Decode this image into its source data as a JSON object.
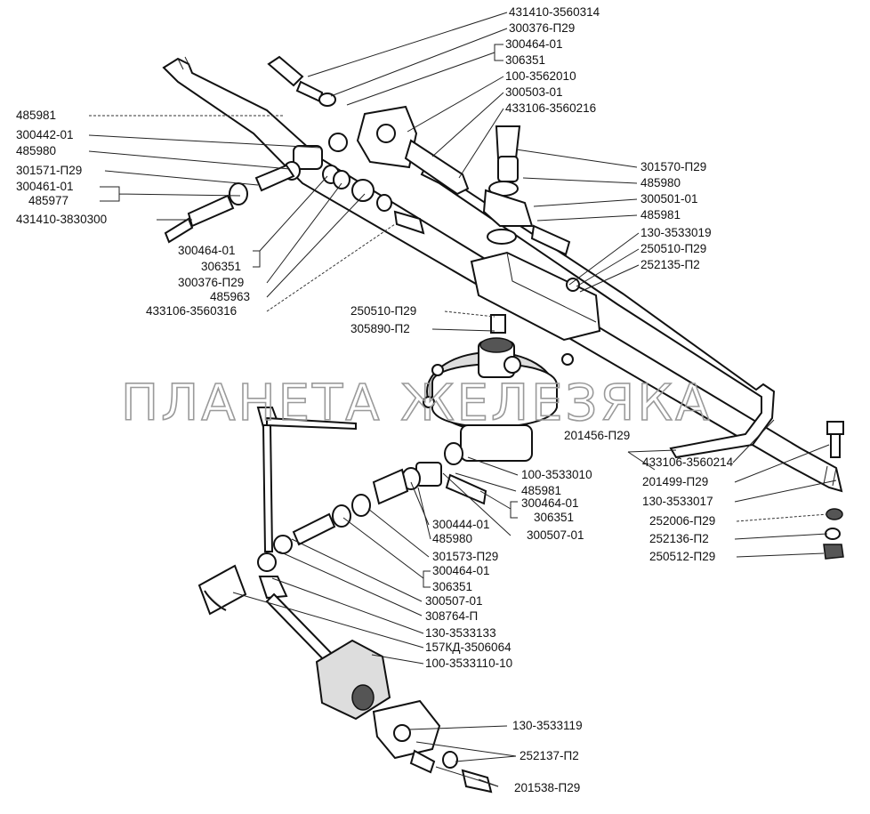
{
  "watermark": "ПЛАНЕТА ЖЕЛЕЗЯКА",
  "labels": {
    "431410-3560314": "431410-3560314",
    "300376-P29-top": "300376-П29",
    "300464-01-top": "300464-01",
    "306351-top": "306351",
    "100-3562010": "100-3562010",
    "300503-01": "300503-01",
    "433106-3560216": "433106-3560216",
    "485981-left": "485981",
    "300442-01": "300442-01",
    "485980-left": "485980",
    "301571-P29": "301571-П29",
    "300461-01": "300461-01",
    "485977": "485977",
    "431410-3830300": "431410-3830300",
    "301570-P29": "301570-П29",
    "485980-right": "485980",
    "300501-01": "300501-01",
    "485981-right": "485981",
    "130-3533019": "130-3533019",
    "250510-P29-right": "250510-П29",
    "252135-P2": "252135-П2",
    "300464-01-left": "300464-01",
    "306351-left": "306351",
    "300376-P29-left": "300376-П29",
    "485963": "485963",
    "433106-3560316": "433106-3560316",
    "250510-P29-mid": "250510-П29",
    "305890-P2": "305890-П2",
    "201456-P29": "201456-П29",
    "433106-3560214": "433106-3560214",
    "201499-P29": "201499-П29",
    "130-3533017": "130-3533017",
    "252006-P29": "252006-П29",
    "252136-P2": "252136-П2",
    "250512-P29": "250512-П29",
    "100-3533010": "100-3533010",
    "485981-mid": "485981",
    "300464-01-mid": "300464-01",
    "306351-mid": "306351",
    "300444-01": "300444-01",
    "485980-mid": "485980",
    "300507-01-mid": "300507-01",
    "301573-P29": "301573-П29",
    "300464-01-low": "300464-01",
    "306351-low": "306351",
    "300507-01-low": "300507-01",
    "308764-P": "308764-П",
    "130-3533133": "130-3533133",
    "157KD-3506064": "157КД-3506064",
    "100-3533110-10": "100-3533110-10",
    "130-3533119": "130-3533119",
    "252137-P2": "252137-П2",
    "201538-P29": "201538-П29"
  }
}
